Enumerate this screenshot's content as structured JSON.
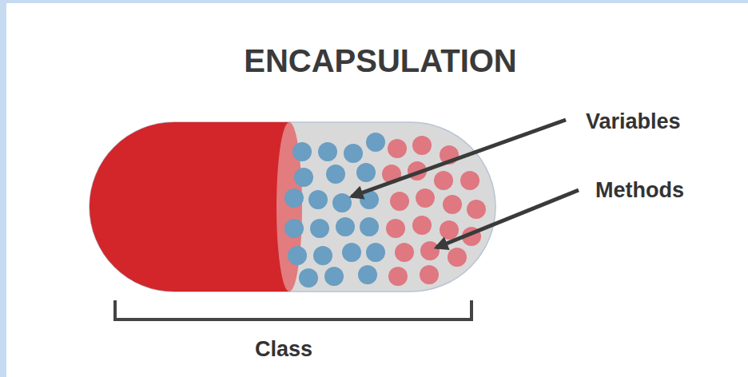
{
  "diagram": {
    "title": "ENCAPSULATION",
    "labels": [
      "Variables",
      "Methods",
      "Class"
    ]
  }
}
